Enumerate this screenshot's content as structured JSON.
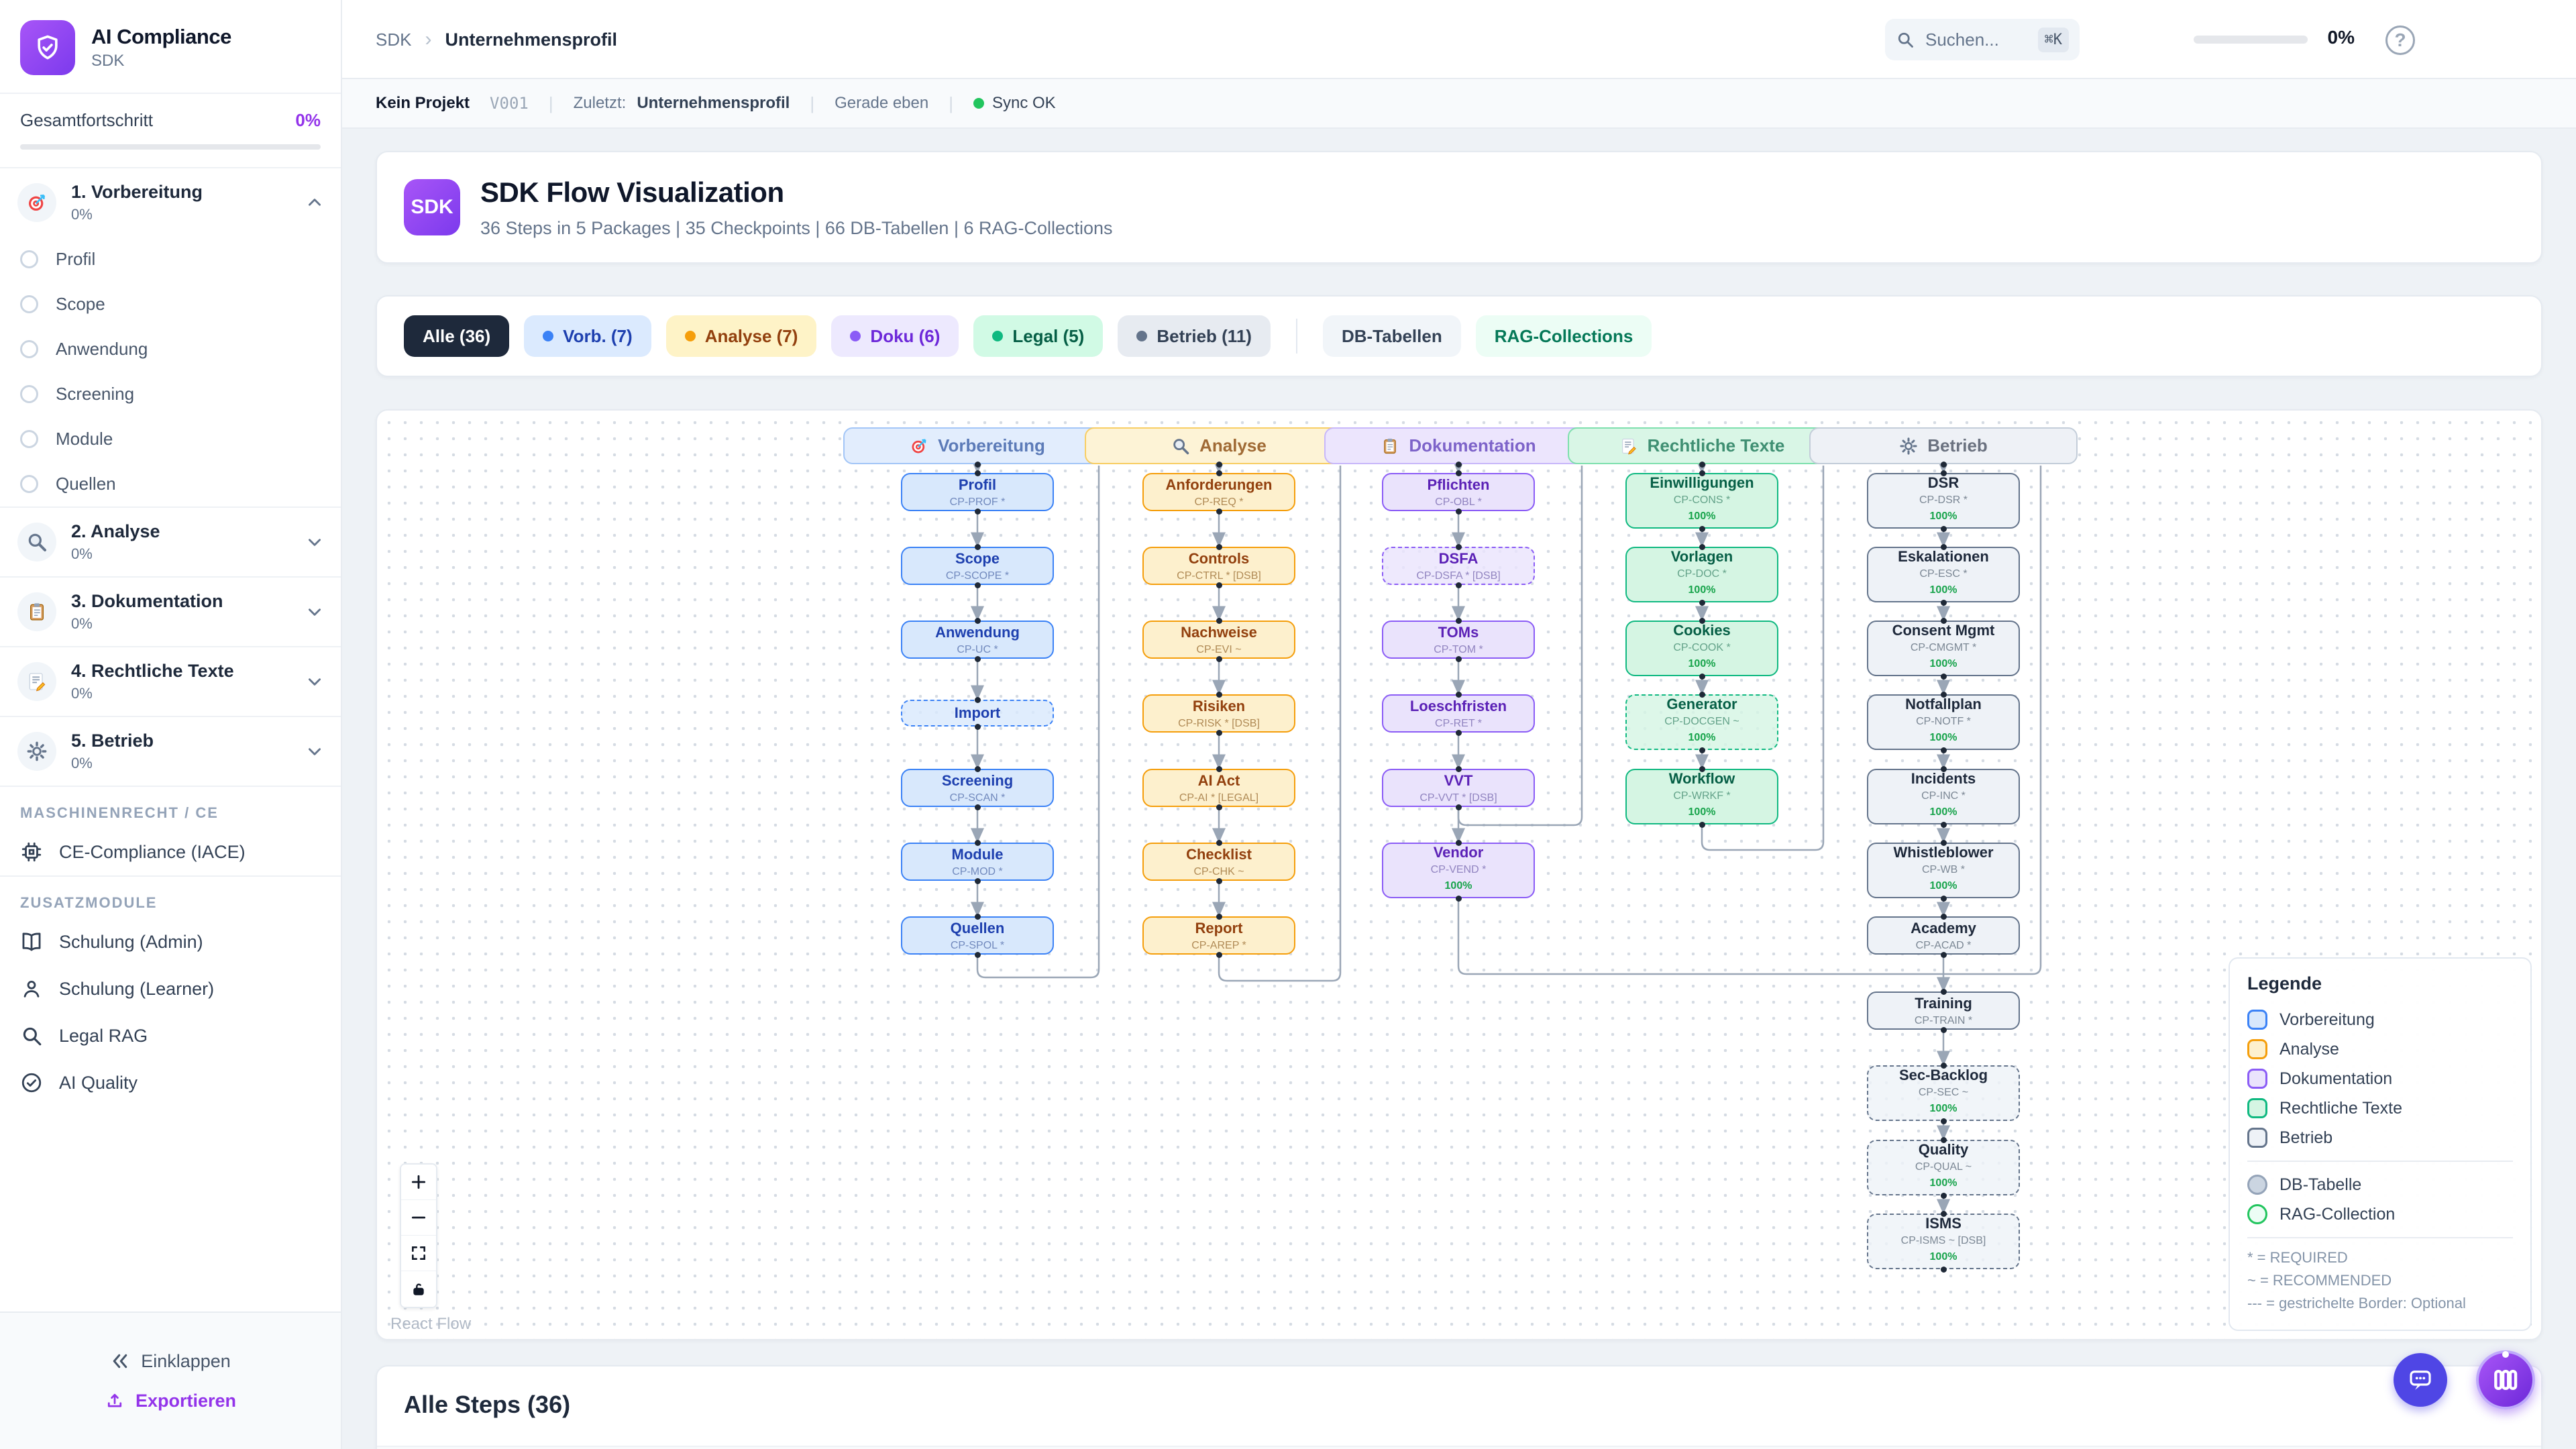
{
  "app": {
    "brand": "AI Compliance",
    "brand_sub": "SDK"
  },
  "sidebar": {
    "progress_label": "Gesamtfortschritt",
    "progress_value": "0%",
    "phases": [
      {
        "label": "1. Vorbereitung",
        "pct": "0%",
        "icon": "target-icon",
        "expanded": true,
        "children": [
          "Profil",
          "Scope",
          "Anwendung",
          "Screening",
          "Module",
          "Quellen"
        ]
      },
      {
        "label": "2. Analyse",
        "pct": "0%",
        "icon": "magnifier-icon",
        "expanded": false
      },
      {
        "label": "3. Dokumentation",
        "pct": "0%",
        "icon": "clipboard-icon",
        "expanded": false
      },
      {
        "label": "4. Rechtliche Texte",
        "pct": "0%",
        "icon": "memo-icon",
        "expanded": false
      },
      {
        "label": "5. Betrieb",
        "pct": "0%",
        "icon": "gear-icon",
        "expanded": false
      }
    ],
    "groups": [
      {
        "header": "MASCHINENRECHT / CE",
        "items": [
          {
            "label": "CE-Compliance (IACE)",
            "icon": "chip-icon"
          }
        ]
      },
      {
        "header": "ZUSATZMODULE",
        "items": [
          {
            "label": "Schulung (Admin)",
            "icon": "book-icon"
          },
          {
            "label": "Schulung (Learner)",
            "icon": "user-icon"
          },
          {
            "label": "Legal RAG",
            "icon": "search-icon"
          },
          {
            "label": "AI Quality",
            "icon": "check-circle-icon"
          }
        ]
      }
    ],
    "collapse_label": "Einklappen",
    "export_label": "Exportieren"
  },
  "header": {
    "breadcrumb_root": "SDK",
    "breadcrumb_current": "Unternehmensprofil",
    "search_placeholder": "Suchen...",
    "search_shortcut": "⌘K",
    "progress_pct": "0%",
    "help_glyph": "?"
  },
  "statusbar": {
    "project": "Kein Projekt",
    "version": "V001",
    "last_label": "Zuletzt:",
    "last_value": "Unternehmensprofil",
    "time": "Gerade eben",
    "sync": "Sync OK"
  },
  "hero": {
    "badge": "SDK",
    "title": "SDK Flow Visualization",
    "subtitle": "36 Steps in 5 Packages | 35 Checkpoints | 66 DB-Tabellen | 6 RAG-Collections"
  },
  "filters": [
    {
      "id": "alle",
      "label": "Alle (36)",
      "bg": "#1e293b",
      "fg": "#ffffff",
      "dot": null
    },
    {
      "id": "vorb",
      "label": "Vorb. (7)",
      "bg": "#dbeafe",
      "fg": "#1e40af",
      "dot": "#3b82f6"
    },
    {
      "id": "analyse",
      "label": "Analyse (7)",
      "bg": "#fef3c7",
      "fg": "#92400e",
      "dot": "#f59e0b"
    },
    {
      "id": "doku",
      "label": "Doku (6)",
      "bg": "#ede9fe",
      "fg": "#6d28d9",
      "dot": "#8b5cf6"
    },
    {
      "id": "legal",
      "label": "Legal (5)",
      "bg": "#d1fae5",
      "fg": "#065f46",
      "dot": "#10b981"
    },
    {
      "id": "betrieb",
      "label": "Betrieb (11)",
      "bg": "#e7ebf1",
      "fg": "#334155",
      "dot": "#64748b"
    },
    {
      "id": "db",
      "label": "DB-Tabellen",
      "bg": "#f1f5f9",
      "fg": "#334155",
      "dot": null
    },
    {
      "id": "rag",
      "label": "RAG-Collections",
      "bg": "#ecfdf5",
      "fg": "#047857",
      "dot": null
    }
  ],
  "palette": {
    "blue": {
      "hdrBg": "#e2edfd",
      "hdrBorder": "#a3c6f7",
      "hdrText": "#5c7bb8",
      "nodeBg": "#d8e8fc",
      "border": "#3b82f6",
      "title": "#1e40af",
      "code": "#7189bd"
    },
    "amber": {
      "hdrBg": "#fdf3d6",
      "hdrBorder": "#f8ce64",
      "hdrText": "#a06a35",
      "nodeBg": "#fdf0cd",
      "border": "#f59e0b",
      "title": "#92400e",
      "code": "#b08a55"
    },
    "purple": {
      "hdrBg": "#ece5fd",
      "hdrBorder": "#c8b8fa",
      "hdrText": "#7d63c9",
      "nodeBg": "#eae3fc",
      "border": "#8b5cf6",
      "title": "#5b21b6",
      "code": "#9184c0"
    },
    "green": {
      "hdrBg": "#d9f6e6",
      "hdrBorder": "#7fe0ae",
      "hdrText": "#3f8f72",
      "nodeBg": "#d5f5e3",
      "border": "#10b981",
      "title": "#065f46",
      "code": "#63a289"
    },
    "slate": {
      "hdrBg": "#eef1f6",
      "hdrBorder": "#c3cdd9",
      "hdrText": "#6b7280",
      "nodeBg": "#eef2f7",
      "border": "#64748b",
      "title": "#1e293b",
      "code": "#7b8794"
    }
  },
  "flow": {
    "packages": [
      {
        "label": "Vorbereitung",
        "icon": "target-icon",
        "palette": "blue",
        "steps": [
          {
            "title": "Profil",
            "code": "CP-PROF *"
          },
          {
            "title": "Scope",
            "code": "CP-SCOPE *"
          },
          {
            "title": "Anwendung",
            "code": "CP-UC *"
          },
          {
            "title": "Import",
            "code": "",
            "dashed": true
          },
          {
            "title": "Screening",
            "code": "CP-SCAN *"
          },
          {
            "title": "Module",
            "code": "CP-MOD *"
          },
          {
            "title": "Quellen",
            "code": "CP-SPOL *"
          }
        ]
      },
      {
        "label": "Analyse",
        "icon": "magnifier-icon",
        "palette": "amber",
        "steps": [
          {
            "title": "Anforderungen",
            "code": "CP-REQ *"
          },
          {
            "title": "Controls",
            "code": "CP-CTRL * [DSB]"
          },
          {
            "title": "Nachweise",
            "code": "CP-EVI ~"
          },
          {
            "title": "Risiken",
            "code": "CP-RISK * [DSB]"
          },
          {
            "title": "AI Act",
            "code": "CP-AI * [LEGAL]"
          },
          {
            "title": "Checklist",
            "code": "CP-CHK ~"
          },
          {
            "title": "Report",
            "code": "CP-AREP *"
          }
        ]
      },
      {
        "label": "Dokumentation",
        "icon": "clipboard-icon",
        "palette": "purple",
        "steps": [
          {
            "title": "Pflichten",
            "code": "CP-OBL *"
          },
          {
            "title": "DSFA",
            "code": "CP-DSFA * [DSB]",
            "dashed": true
          },
          {
            "title": "TOMs",
            "code": "CP-TOM *"
          },
          {
            "title": "Loeschfristen",
            "code": "CP-RET *"
          },
          {
            "title": "VVT",
            "code": "CP-VVT * [DSB]"
          },
          {
            "title": "Vendor",
            "code": "CP-VEND *",
            "progress": "100%"
          }
        ]
      },
      {
        "label": "Rechtliche Texte",
        "icon": "memo-icon",
        "palette": "green",
        "steps": [
          {
            "title": "Einwilligungen",
            "code": "CP-CONS *",
            "progress": "100%"
          },
          {
            "title": "Vorlagen",
            "code": "CP-DOC *",
            "progress": "100%"
          },
          {
            "title": "Cookies",
            "code": "CP-COOK *",
            "progress": "100%"
          },
          {
            "title": "Generator",
            "code": "CP-DOCGEN ~",
            "progress": "100%",
            "dashed": true
          },
          {
            "title": "Workflow",
            "code": "CP-WRKF *",
            "progress": "100%"
          }
        ]
      },
      {
        "label": "Betrieb",
        "icon": "gear-icon",
        "palette": "slate",
        "steps": [
          {
            "title": "DSR",
            "code": "CP-DSR *",
            "progress": "100%"
          },
          {
            "title": "Eskalationen",
            "code": "CP-ESC *",
            "progress": "100%"
          },
          {
            "title": "Consent Mgmt",
            "code": "CP-CMGMT *",
            "progress": "100%"
          },
          {
            "title": "Notfallplan",
            "code": "CP-NOTF *",
            "progress": "100%"
          },
          {
            "title": "Incidents",
            "code": "CP-INC *",
            "progress": "100%"
          },
          {
            "title": "Whistleblower",
            "code": "CP-WB *",
            "progress": "100%"
          },
          {
            "title": "Academy",
            "code": "CP-ACAD *"
          },
          {
            "title": "Training",
            "code": "CP-TRAIN *"
          },
          {
            "title": "Sec-Backlog",
            "code": "CP-SEC ~",
            "progress": "100%",
            "dashed": true
          },
          {
            "title": "Quality",
            "code": "CP-QUAL ~",
            "progress": "100%",
            "dashed": true
          },
          {
            "title": "ISMS",
            "code": "CP-ISMS ~ [DSB]",
            "progress": "100%",
            "dashed": true
          }
        ]
      }
    ]
  },
  "legend": {
    "title": "Legende",
    "packages": [
      {
        "label": "Vorbereitung",
        "palette": "blue"
      },
      {
        "label": "Analyse",
        "palette": "amber"
      },
      {
        "label": "Dokumentation",
        "palette": "purple"
      },
      {
        "label": "Rechtliche Texte",
        "palette": "green"
      },
      {
        "label": "Betrieb",
        "palette": "slate"
      }
    ],
    "shapes": [
      {
        "label": "DB-Tabelle",
        "fill": "#cbd5e1",
        "border": "#94a3b8"
      },
      {
        "label": "RAG-Collection",
        "fill": "#ecfdf5",
        "border": "#22c55e"
      }
    ],
    "notes": [
      "* = REQUIRED",
      "~ = RECOMMENDED",
      "--- = gestrichelte Border: Optional"
    ]
  },
  "flow_controls": {
    "attribution": "React Flow"
  },
  "steps_panel": {
    "title": "Alle Steps (36)"
  },
  "colors": {
    "accent": "#9333ea",
    "edge": "#9aa6b6",
    "progress_green": "#22c55e",
    "sync_green": "#22c55e"
  }
}
